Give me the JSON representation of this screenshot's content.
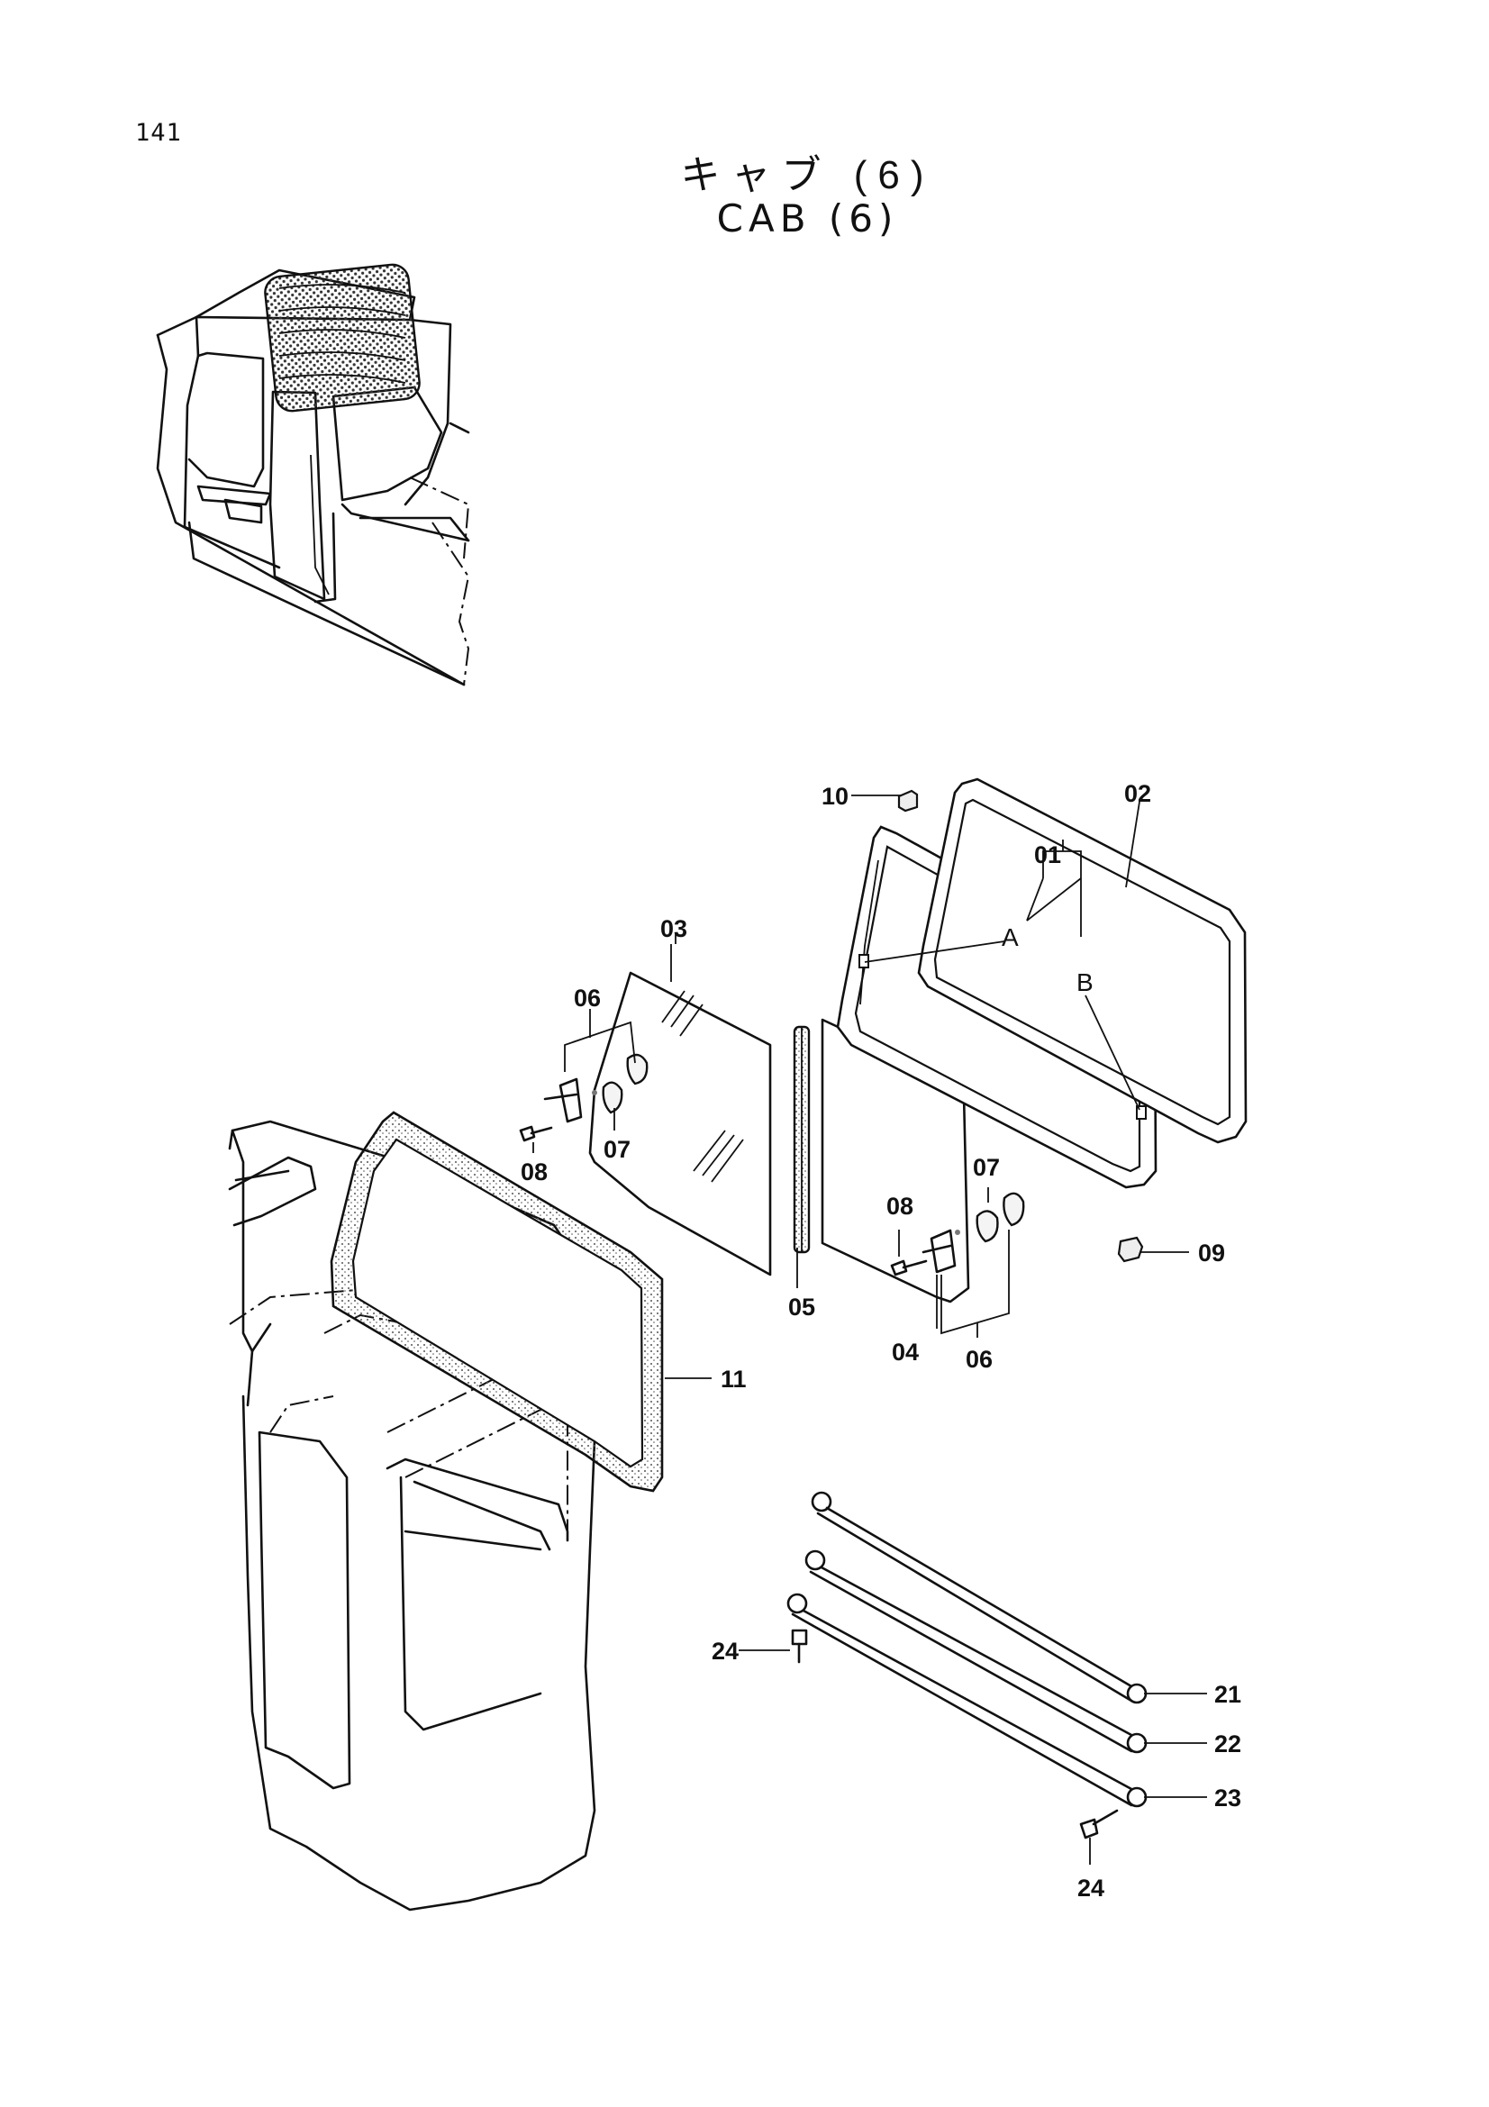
{
  "page": {
    "number": "141"
  },
  "title": {
    "japanese": "キャブ (6)",
    "english": "CAB (6)"
  },
  "callouts": {
    "c01": "01",
    "c02": "02",
    "c03": "03",
    "c04": "04",
    "c05": "05",
    "c06a": "06",
    "c06b": "06",
    "c07a": "07",
    "c07b": "07",
    "c08a": "08",
    "c08b": "08",
    "c09": "09",
    "c10": "10",
    "c11": "11",
    "c21": "21",
    "c22": "22",
    "c23": "23",
    "c24a": "24",
    "c24b": "24",
    "refA": "A",
    "refB": "B"
  }
}
